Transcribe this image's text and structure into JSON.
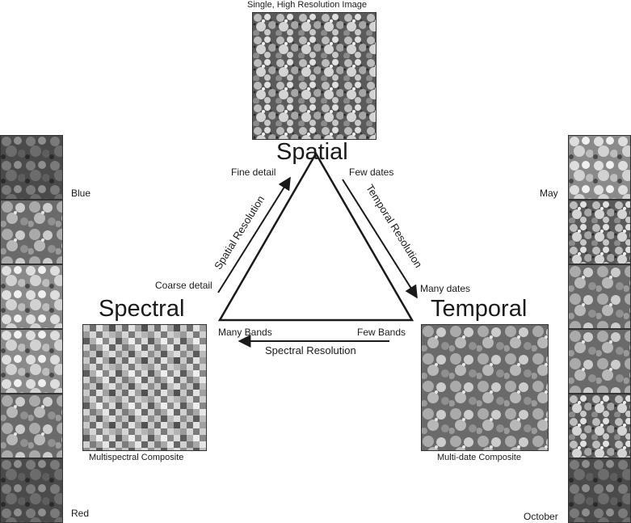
{
  "top_caption": "Single, High Resolution Image",
  "vertices": {
    "spatial": "Spatial",
    "spectral": "Spectral",
    "temporal": "Temporal"
  },
  "edges": {
    "spatial_resolution": "Spatial Resolution",
    "temporal_resolution": "Temporal Resolution",
    "spectral_resolution": "Spectral Resolution"
  },
  "endpoints": {
    "fine_detail": "Fine detail",
    "coarse_detail": "Coarse detail",
    "few_dates": "Few dates",
    "many_dates": "Many dates",
    "many_bands": "Many Bands",
    "few_bands": "Few Bands"
  },
  "captions": {
    "multispectral": "Multispectral Composite",
    "multidate": "Multi-date Composite"
  },
  "left_strip": {
    "first": "Blue",
    "last": "Red"
  },
  "right_strip": {
    "first": "May",
    "last": "October"
  },
  "colors": {
    "ink": "#1a1a1a",
    "frame": "#333333"
  }
}
